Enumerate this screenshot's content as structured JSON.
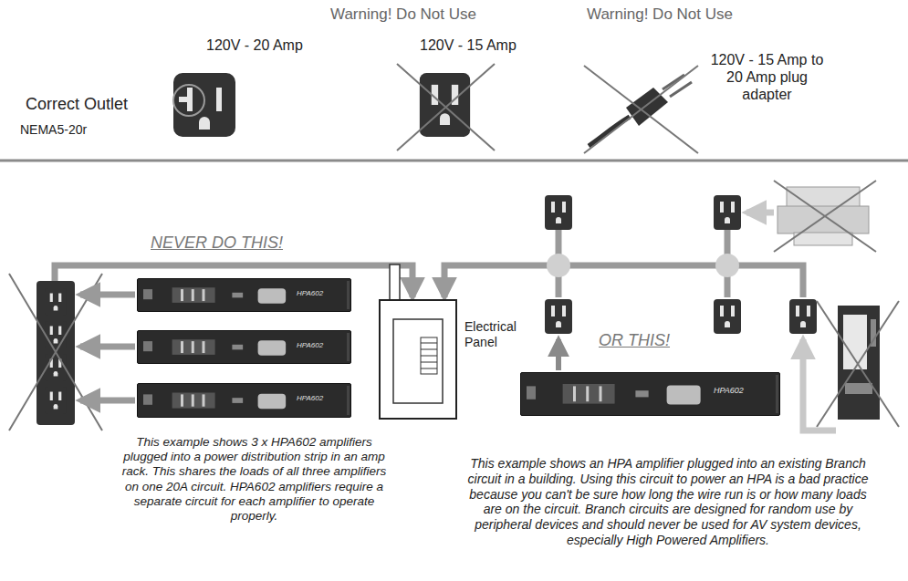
{
  "diagram": {
    "nodes": [
      {
        "text": [
          "HPA602"
        ]
      },
      {
        "text": [
          "HPA602"
        ]
      },
      {
        "text": [
          "HPA602"
        ]
      },
      {
        "text": [
          "Electrical Panel"
        ]
      },
      {
        "text": [
          "HPA602"
        ]
      }
    ],
    "labels": [
      "Warning! Do Not Use",
      "Warning! Do Not Use",
      "120V - 20 Amp",
      "Correct Outlet",
      "NEMA5-20r",
      "120V - 15 Amp",
      "120V - 15 Amp to 20 Amp plug adapter",
      "NEVER DO THIS!",
      "OR THIS!",
      "This example shows 3 x HPA602 amplifiers plugged into a power distribution strip in an amp rack. This shares the loads of all three amplifiers on one 20A circuit. HPA602 amplifiers require a separate circuit for each amplifier to operate properly.",
      "This example shows an HPA amplifier plugged into an existing Branch circuit in a building. Using this circuit to power an HPA is a bad practice because you can't be sure how long the wire run is or how many loads are on the circuit. Branch circuits are designed for random use by peripheral devices and should never be used for AV system devices, especially High Powered Amplifiers."
    ]
  }
}
